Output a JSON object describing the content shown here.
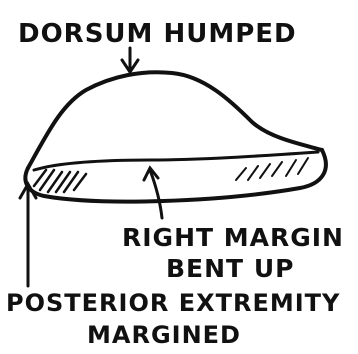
{
  "labels": {
    "dorsum": "DORSUM HUMPED",
    "margin_line1": "RIGHT MARGIN",
    "margin_line2": "BENT UP",
    "posterior_line1": "POSTERIOR EXTREMITY",
    "posterior_line2": "MARGINED"
  },
  "colors": {
    "ink": "#111111",
    "background": "#ffffff"
  }
}
